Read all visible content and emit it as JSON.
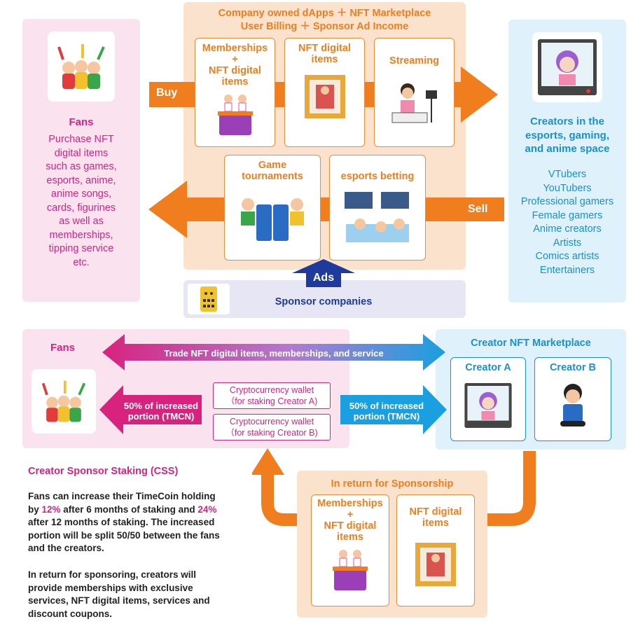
{
  "top": {
    "header_line1": "Company owned dApps ＋ NFT Marketplace",
    "header_line2": "User Billing ＋ Sponsor Ad Income",
    "cards": {
      "memberships": [
        "Memberships",
        "+",
        "NFT digital",
        "items"
      ],
      "nft_items": [
        "NFT digital",
        "items"
      ],
      "streaming": "Streaming",
      "game_tournaments": [
        "Game",
        "tournaments"
      ],
      "esports_betting": "esports betting"
    },
    "buy_label": "Buy",
    "sell_label": "Sell",
    "ads_label": "Ads",
    "sponsor_label": "Sponsor companies"
  },
  "fans_panel": {
    "title": "Fans",
    "description": [
      "Purchase NFT",
      "digital items",
      "such as games,",
      "esports, anime,",
      "anime songs,",
      "cards, figurines",
      "as well as",
      "memberships,",
      "tipping service",
      "etc."
    ]
  },
  "creators_panel": {
    "title": [
      "Creators in the",
      "esports, gaming,",
      "and anime space"
    ],
    "list": [
      "VTubers",
      "YouTubers",
      "Professional gamers",
      "Female gamers",
      "Anime creators",
      "Artists",
      "Comics artists",
      "Entertainers"
    ]
  },
  "bottom": {
    "fans_title": "Fans",
    "trade_label": "Trade NFT digital items, memberships, and service",
    "left_arrow_label": [
      "50% of increased",
      "portion (TMCN)"
    ],
    "right_arrow_label": [
      "50% of increased",
      "portion (TMCN)"
    ],
    "wallet_a": [
      "Cryptocurrency wallet",
      "（for staking Creator A)"
    ],
    "wallet_b": [
      "Cryptocurrency wallet",
      "（for staking Creator B)"
    ],
    "marketplace_title": "Creator NFT Marketplace",
    "creator_a": "Creator A",
    "creator_b": "Creator B",
    "return_title": "In return for Sponsorship",
    "return_cards": {
      "memberships": [
        "Memberships",
        "+",
        "NFT digital",
        "items"
      ],
      "nft_items": [
        "NFT digital",
        "items"
      ]
    }
  },
  "css_text": {
    "title": "Creator Sponsor Staking (CSS)",
    "p1_a": "Fans can increase their TimeCoin holding",
    "p1_b": "by ",
    "p1_pct1": "12%",
    "p1_c": " after 6 months of staking and ",
    "p1_pct2": "24%",
    "p1_d": "after 12 months of staking. The increased",
    "p1_e": "portion will be split 50/50 between the fans",
    "p1_f": "and the creators.",
    "p2": [
      "In return for sponsoring, creators will",
      "provide memberships with exclusive",
      "services, NFT digital items, services and",
      "discount coupons."
    ]
  },
  "colors": {
    "orange": "#f07d1e",
    "pink": "#d8237e",
    "blue": "#1a8fd6",
    "navy": "#1e3a9a"
  }
}
